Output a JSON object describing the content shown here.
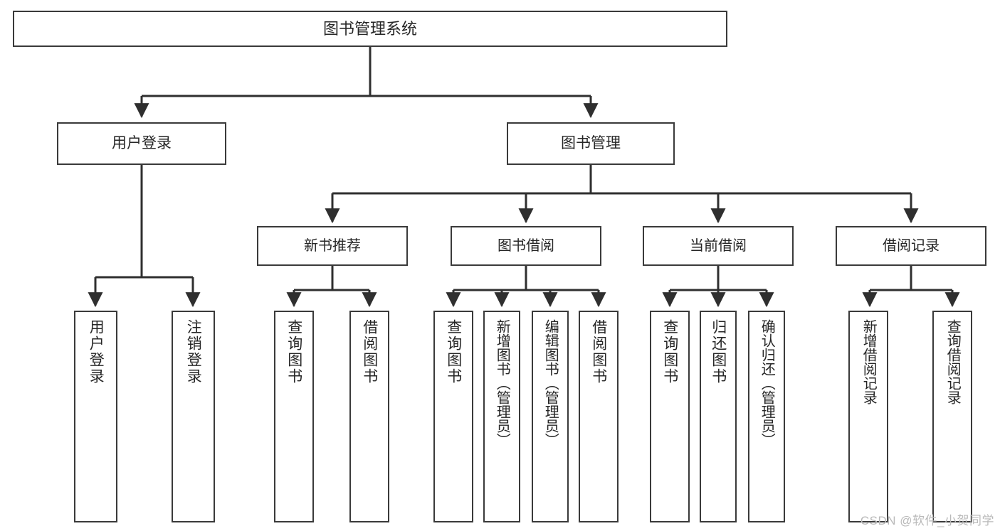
{
  "diagram": {
    "title": "图书管理系统",
    "type": "tree",
    "watermark": "CSDN @软件_小贺同学",
    "colors": {
      "background": "#ffffff",
      "box_border": "#3a3a3a",
      "connector": "#2f2f2f",
      "text": "#262626",
      "watermark": "#b9b9b9"
    },
    "root": {
      "label": "图书管理系统"
    },
    "level1": [
      {
        "label": "用户登录"
      },
      {
        "label": "图书管理"
      }
    ],
    "level2": [
      {
        "label": "新书推荐"
      },
      {
        "label": "图书借阅"
      },
      {
        "label": "当前借阅"
      },
      {
        "label": "借阅记录"
      }
    ],
    "leaves": [
      {
        "label": "用户登录",
        "parent": "用户登录"
      },
      {
        "label": "注销登录",
        "parent": "用户登录"
      },
      {
        "label": "查询图书",
        "parent": "新书推荐"
      },
      {
        "label": "借阅图书",
        "parent": "新书推荐"
      },
      {
        "label": "查询图书",
        "parent": "图书借阅"
      },
      {
        "label": "新增图书（管理员）",
        "parent": "图书借阅"
      },
      {
        "label": "编辑图书（管理员）",
        "parent": "图书借阅"
      },
      {
        "label": "借阅图书",
        "parent": "图书借阅"
      },
      {
        "label": "查询图书",
        "parent": "当前借阅"
      },
      {
        "label": "归还图书",
        "parent": "当前借阅"
      },
      {
        "label": "确认归还（管理员）",
        "parent": "当前借阅"
      },
      {
        "label": "新增借阅记录",
        "parent": "借阅记录"
      },
      {
        "label": "查询借阅记录",
        "parent": "借阅记录"
      }
    ]
  }
}
